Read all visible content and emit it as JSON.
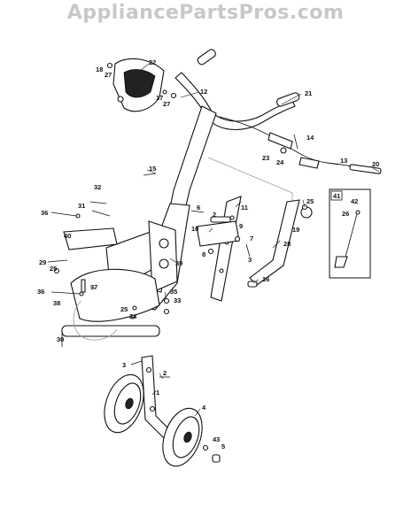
{
  "watermark": "AppliancePartsPros.com",
  "inset_box_label": "41",
  "callouts": [
    "22",
    "18",
    "27",
    "17",
    "27",
    "12",
    "21",
    "14",
    "23",
    "24",
    "13",
    "20",
    "15",
    "32",
    "36",
    "31",
    "40",
    "29",
    "25",
    "36",
    "6",
    "2",
    "11",
    "10",
    "9",
    "7",
    "8",
    "3",
    "25",
    "19",
    "28",
    "39",
    "41",
    "42",
    "26",
    "16",
    "35",
    "33",
    "37",
    "38",
    "25",
    "34",
    "30",
    "3",
    "2",
    "1",
    "4",
    "43",
    "5"
  ]
}
